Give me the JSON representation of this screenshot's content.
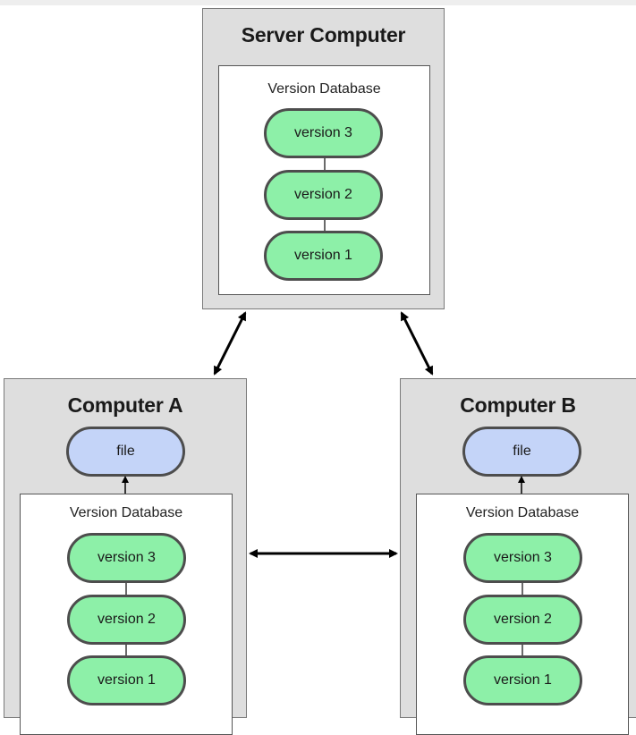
{
  "server": {
    "title": "Server Computer",
    "db_label": "Version Database",
    "versions": [
      "version 3",
      "version 2",
      "version 1"
    ]
  },
  "computer_a": {
    "title": "Computer A",
    "file_label": "file",
    "db_label": "Version Database",
    "versions": [
      "version 3",
      "version 2",
      "version 1"
    ]
  },
  "computer_b": {
    "title": "Computer B",
    "file_label": "file",
    "db_label": "Version Database",
    "versions": [
      "version 3",
      "version 2",
      "version 1"
    ]
  },
  "colors": {
    "version_fill": "#8df0a8",
    "file_fill": "#c4d4f8",
    "computer_fill": "#dedede"
  }
}
